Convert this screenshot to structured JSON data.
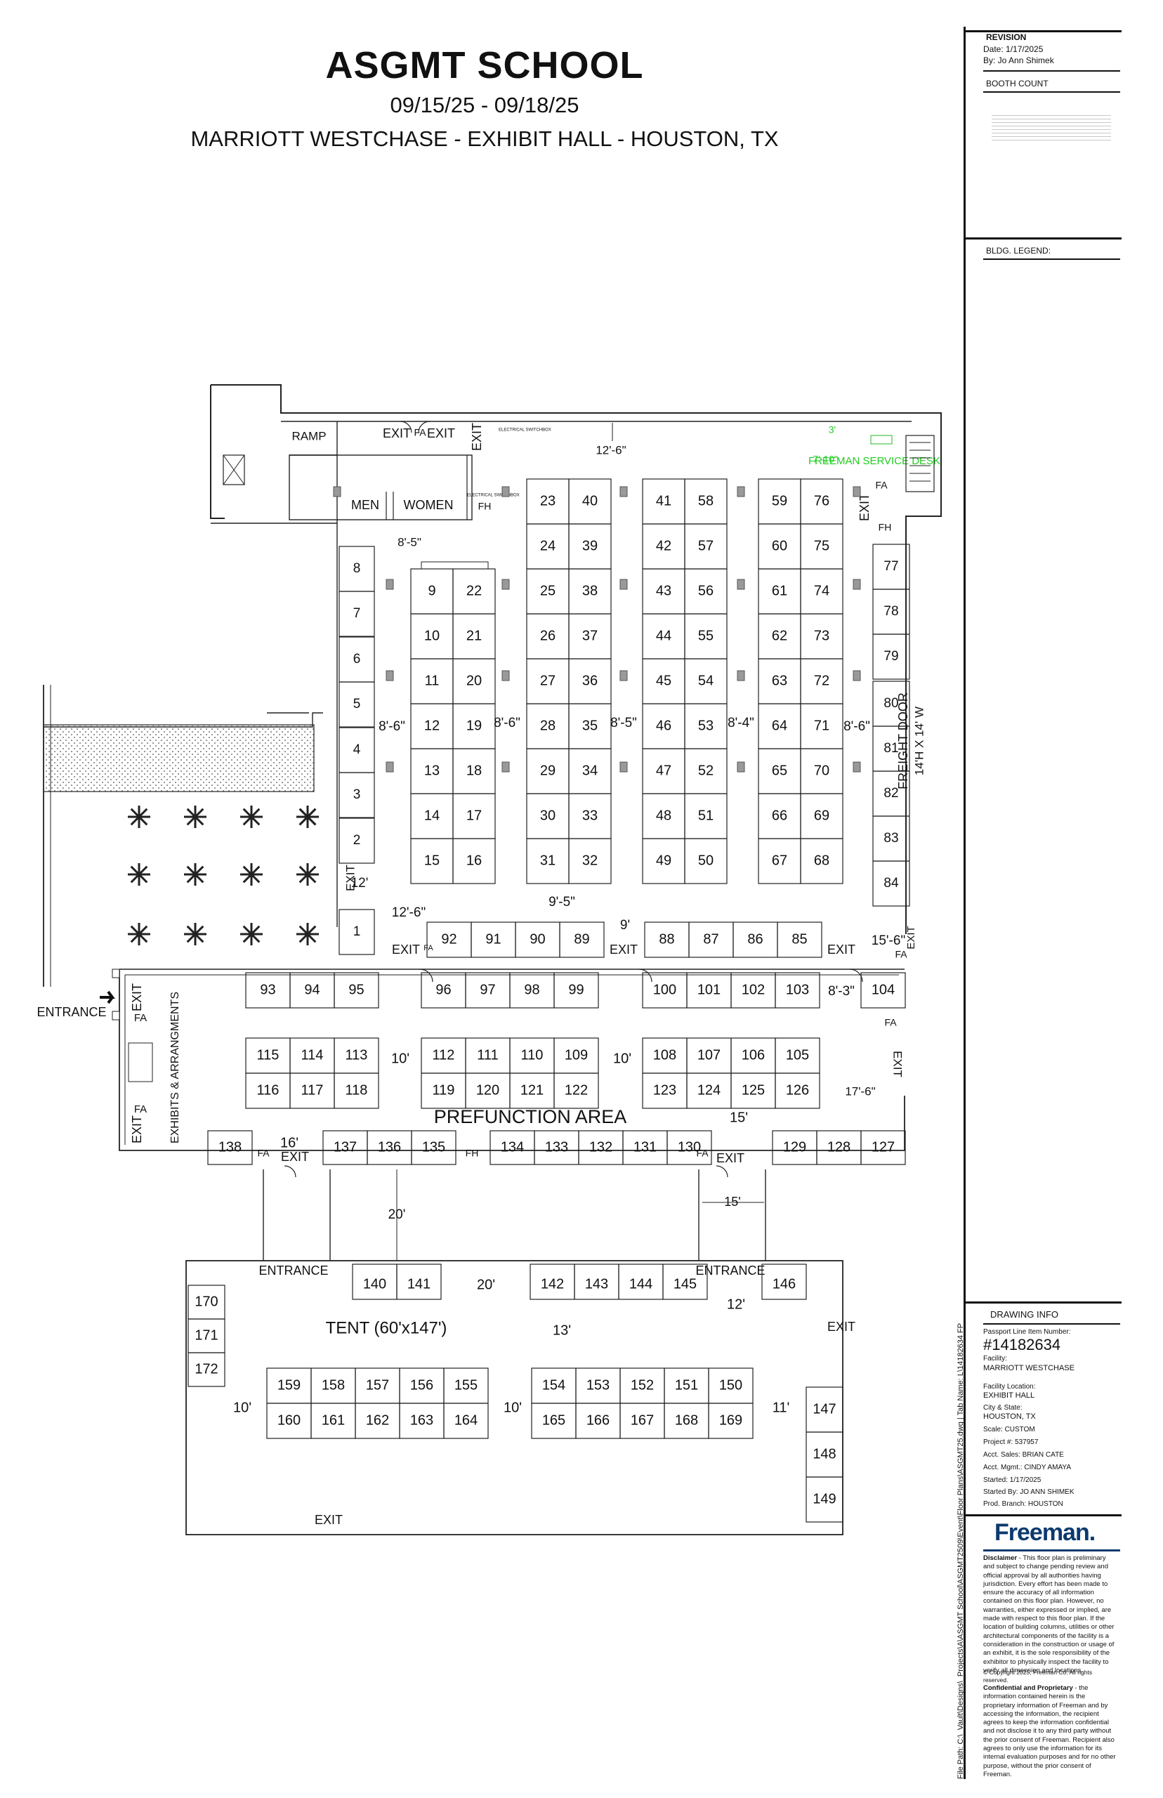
{
  "header": {
    "title": "ASGMT SCHOOL",
    "dates": "09/15/25 - 09/18/25",
    "venue": "MARRIOTT WESTCHASE - EXHIBIT HALL - HOUSTON, TX"
  },
  "sidebar": {
    "revision_heading": "REVISION",
    "revision_date": "Date: 1/17/2025",
    "revision_by": "By: Jo Ann Shimek",
    "booth_count_heading": "BOOTH COUNT",
    "bldg_legend_heading": "BLDG. LEGEND:",
    "file_path": "File Path: C:\\_Vault\\Designs\\_Projects\\A\\ASGMT School\\ASGMT2509\\Event\\Floor Plans\\ASGMT25.dwg | Tab Name: L\\14182634 FP",
    "drawing_info_heading": "DRAWING INFO",
    "passport_label": "Passport Line Item Number:",
    "passport_number": "#14182634",
    "facility_label": "Facility:",
    "facility_value": "MARRIOTT WESTCHASE",
    "location_label": "Facility Location:",
    "location_value": "EXHIBIT HALL",
    "city_label": "City & State:",
    "city_value": "HOUSTON, TX",
    "scale": "Scale:  CUSTOM",
    "project": "Project #: 537957",
    "acct_sales": "Acct. Sales: BRIAN CATE",
    "acct_mgmt": "Acct. Mgmt.: CINDY AMAYA",
    "started": "Started:  1/17/2025",
    "started_by": "Started By:  JO ANN SHIMEK",
    "prod_branch": "Prod. Branch: HOUSTON",
    "brand": "Freeman.",
    "disclaimer_heading": "Disclaimer",
    "disclaimer_text": " - This floor plan is preliminary and subject to change pending review and official approval by all authorities having jurisdiction. Every effort has been made to ensure the accuracy of all information contained on this floor plan. However, no warranties, either expressed or implied, are made with respect to this floor plan. If the location of building columns, utilities or other architectural components of the facility is a consideration in the construction or usage of an exhibit, it is the sole responsibility of the exhibitor to physically inspect the facility to verify all dimension and locations.",
    "copyright": "© Copyright 2025, Freeman Co. All rights reserved.",
    "confidential_heading": "Confidential and Proprietary",
    "confidential_text": " - the information contained herein is the proprietary information of Freeman and by accessing the information, the recipient agrees to keep the information confidential and not disclose it to any third party without the prior consent of Freeman. Recipient also agrees to only use the information for its internal evaluation purposes and for no other purpose, without the prior consent of Freeman."
  },
  "plan": {
    "rooms": {
      "ramp": "RAMP",
      "men": "MEN",
      "women": "WOMEN",
      "prefunction": "PREFUNCTION AREA",
      "tent": "TENT (60'x147')",
      "service_desk": "FREEMAN SERVICE DESK",
      "freight_door": "FREIGHT DOOR",
      "freight_size": "14'H X 14' W",
      "exhibits": "EXHIBITS & ARRANGMENTS"
    },
    "labels": {
      "exit": "EXIT",
      "entrance": "ENTRANCE",
      "fa": "FA",
      "fh": "FH",
      "electrical": "ELECTRICAL SWITCHBOX"
    },
    "booths": {
      "hall_left_col": [
        "8",
        "7",
        "6",
        "5",
        "4",
        "3",
        "2",
        "1"
      ],
      "row_a": [
        "9",
        "10",
        "11",
        "12",
        "13",
        "14",
        "15"
      ],
      "row_b": [
        "22",
        "21",
        "20",
        "19",
        "18",
        "17",
        "16"
      ],
      "row_c": [
        "23",
        "24",
        "25",
        "26",
        "27",
        "28",
        "29",
        "30",
        "31"
      ],
      "row_d": [
        "40",
        "39",
        "38",
        "37",
        "36",
        "35",
        "34",
        "33",
        "32"
      ],
      "row_e": [
        "41",
        "42",
        "43",
        "44",
        "45",
        "46",
        "47",
        "48",
        "49"
      ],
      "row_f": [
        "58",
        "57",
        "56",
        "55",
        "54",
        "53",
        "52",
        "51",
        "50"
      ],
      "row_g": [
        "59",
        "60",
        "61",
        "62",
        "63",
        "64",
        "65",
        "66",
        "67"
      ],
      "row_h": [
        "76",
        "75",
        "74",
        "73",
        "72",
        "71",
        "70",
        "69",
        "68"
      ],
      "right_top": [
        "77",
        "78",
        "79"
      ],
      "right_bottom": [
        "80",
        "81",
        "82",
        "83",
        "84"
      ],
      "front_row": [
        "92",
        "91",
        "90",
        "89",
        "88",
        "87",
        "86",
        "85"
      ],
      "prefunc_top": [
        "93",
        "94",
        "95",
        "96",
        "97",
        "98",
        "99",
        "100",
        "101",
        "102",
        "103",
        "104"
      ],
      "prefunc_mid_top": [
        "115",
        "114",
        "113",
        "112",
        "111",
        "110",
        "109",
        "108",
        "107",
        "106",
        "105"
      ],
      "prefunc_mid_bot": [
        "116",
        "117",
        "118",
        "119",
        "120",
        "121",
        "122",
        "123",
        "124",
        "125",
        "126"
      ],
      "prefunc_bottom": [
        "138",
        "137",
        "136",
        "135",
        "134",
        "133",
        "132",
        "131",
        "130",
        "129",
        "128",
        "127"
      ],
      "tent_top": [
        "140",
        "141",
        "142",
        "143",
        "144",
        "145",
        "146"
      ],
      "tent_left": [
        "170",
        "171",
        "172"
      ],
      "tent_isl_top": [
        "159",
        "158",
        "157",
        "156",
        "155",
        "154",
        "153",
        "152",
        "151",
        "150"
      ],
      "tent_isl_bot": [
        "160",
        "161",
        "162",
        "163",
        "164",
        "165",
        "166",
        "167",
        "168",
        "169"
      ],
      "tent_right": [
        "147",
        "148",
        "149"
      ]
    },
    "dims": {
      "d1": "12'-6\"",
      "d2": "8'-5\"",
      "d3": "8'-6\"",
      "d4": "8'-6\"",
      "d5": "8'-5\"",
      "d6": "8'-4\"",
      "d7": "8'-6\"",
      "d8": "9'-5\"",
      "d9": "12'",
      "d10": "12'-6\"",
      "d11": "9'",
      "d12": "15'-6\"",
      "d13": "8'-3\"",
      "d14": "10'",
      "d15": "10'",
      "d16": "17'-6\"",
      "d17": "15'",
      "d18": "16'",
      "d19": "20'",
      "d20": "15'",
      "d21": "20'",
      "d22": "12'",
      "d23": "13'",
      "d24": "10'",
      "d25": "10'",
      "d26": "11'",
      "d27": "3'",
      "d28": "7'-10\""
    }
  }
}
